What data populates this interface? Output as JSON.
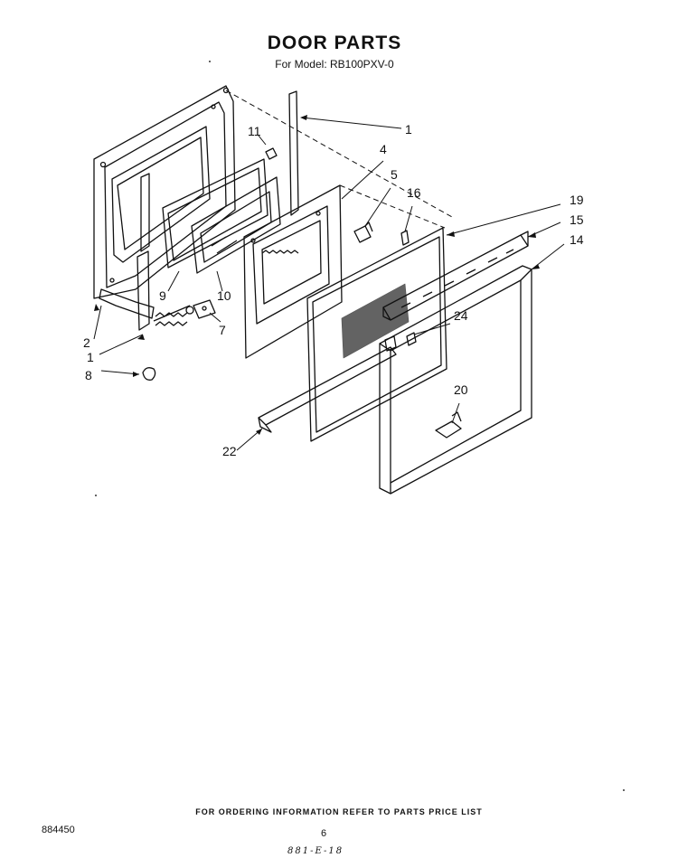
{
  "title": "DOOR PARTS",
  "subtitle": "For Model: RB100PXV-0",
  "callouts": [
    {
      "id": "c1a",
      "label": "1"
    },
    {
      "id": "c11",
      "label": "11"
    },
    {
      "id": "c4",
      "label": "4"
    },
    {
      "id": "c5",
      "label": "5"
    },
    {
      "id": "c16",
      "label": "16"
    },
    {
      "id": "c19",
      "label": "19"
    },
    {
      "id": "c15",
      "label": "15"
    },
    {
      "id": "c14",
      "label": "14"
    },
    {
      "id": "c2",
      "label": "2"
    },
    {
      "id": "c1b",
      "label": "1"
    },
    {
      "id": "c9",
      "label": "9"
    },
    {
      "id": "c10",
      "label": "10"
    },
    {
      "id": "c7",
      "label": "7"
    },
    {
      "id": "c8",
      "label": "8"
    },
    {
      "id": "c24",
      "label": "24"
    },
    {
      "id": "c20",
      "label": "20"
    },
    {
      "id": "c22",
      "label": "22"
    }
  ],
  "footer": "FOR ORDERING INFORMATION REFER TO PARTS PRICE LIST",
  "doc_number": "884450",
  "page_number": "6",
  "handwritten_note": "881-E-18"
}
